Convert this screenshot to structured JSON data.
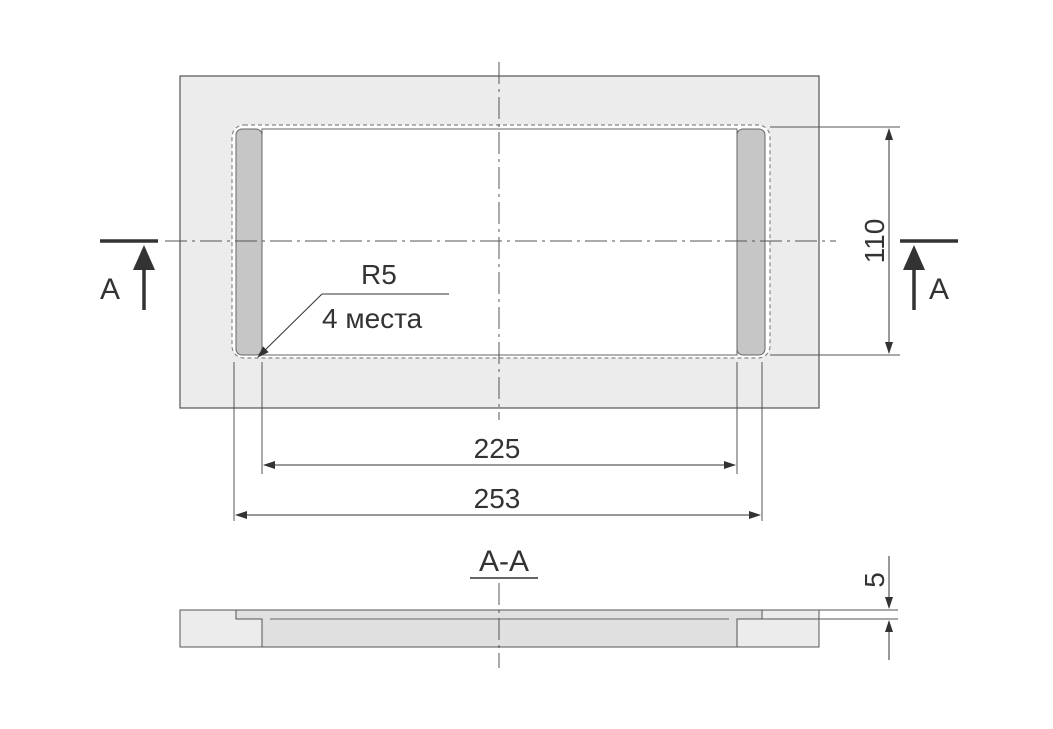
{
  "labels": {
    "section_left_letter": "A",
    "section_right_letter": "A",
    "radius_note": "R5",
    "radius_count": "4 места",
    "dim_inner_width": "225",
    "dim_outer_width": "253",
    "dim_height": "110",
    "dim_depth": "5",
    "section_title": "A-A"
  },
  "colors": {
    "line": "#333333",
    "plate_fill": "#ececec",
    "slot_fill": "#c6c6c6",
    "section_fill": "#e0e0e0",
    "background": "#ffffff"
  }
}
